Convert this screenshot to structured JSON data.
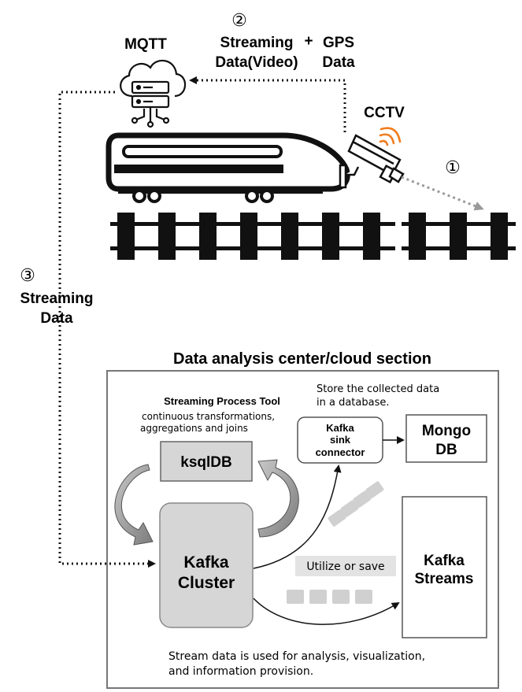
{
  "top": {
    "step1": "①",
    "step2": "②",
    "step3": "③",
    "mqtt": "MQTT",
    "streaming_video_line1": "Streaming",
    "streaming_video_line2": "Data(Video)",
    "plus": "+",
    "gps_line1": "GPS",
    "gps_line2": "Data",
    "cctv": "CCTV",
    "streaming_data_line1": "Streaming",
    "streaming_data_line2": "Data"
  },
  "section": {
    "title": "Data analysis center/cloud section",
    "tool_title": "Streaming Process Tool",
    "tool_desc_line1": "continuous transformations,",
    "tool_desc_line2": "aggregations and joins",
    "ksqldb": "ksqlDB",
    "kafka_cluster_line1": "Kafka",
    "kafka_cluster_line2": "Cluster",
    "store_line1": "Store the collected data",
    "store_line2": "in a database.",
    "sink_line1": "Kafka",
    "sink_line2": "sink",
    "sink_line3": "connector",
    "mongo_line1": "Mongo",
    "mongo_line2": "DB",
    "utilize": "Utilize or save",
    "kafka_streams_line1": "Kafka",
    "kafka_streams_line2": "Streams",
    "footer_line1": "Stream data is used for analysis, visualization,",
    "footer_line2": "and information provision."
  },
  "colors": {
    "accent_wifi": "#f07c1e",
    "box_fill": "#d6d6d6",
    "packet": "#d0d0d0",
    "arrow_gray": "#a0a0a0"
  }
}
